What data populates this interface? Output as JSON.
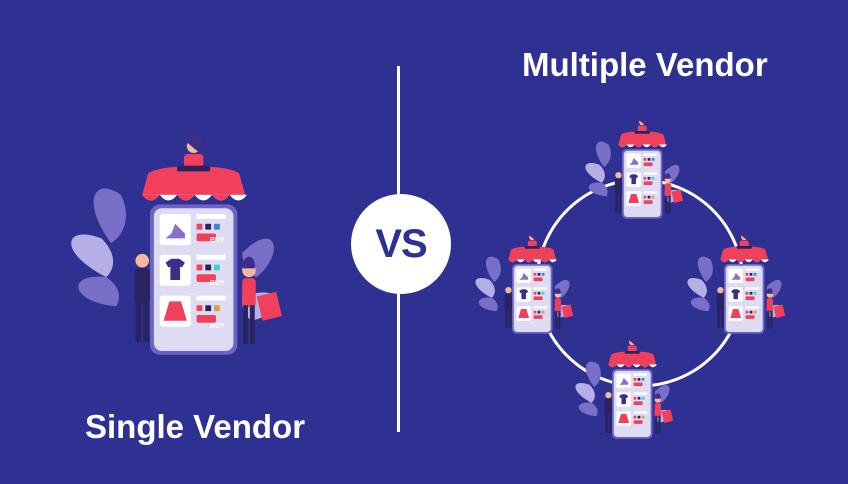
{
  "left_title": "Single Vendor",
  "right_title": "Multiple Vendor",
  "vs_label": "VS",
  "buy_label": "BUY",
  "colors": {
    "background": "#2e3191",
    "white": "#ffffff",
    "awning_red": "#f0405c",
    "phone_body": "#d9d8ef",
    "leaf_purple": "#7a6fc8",
    "leaf_light": "#b6aee6",
    "person_dark": "#2a2360"
  },
  "icons": [
    "store-icon",
    "shoe-icon",
    "tshirt-icon",
    "skirt-icon",
    "shopping-bag-icon",
    "person-icon",
    "vendor-icon"
  ]
}
